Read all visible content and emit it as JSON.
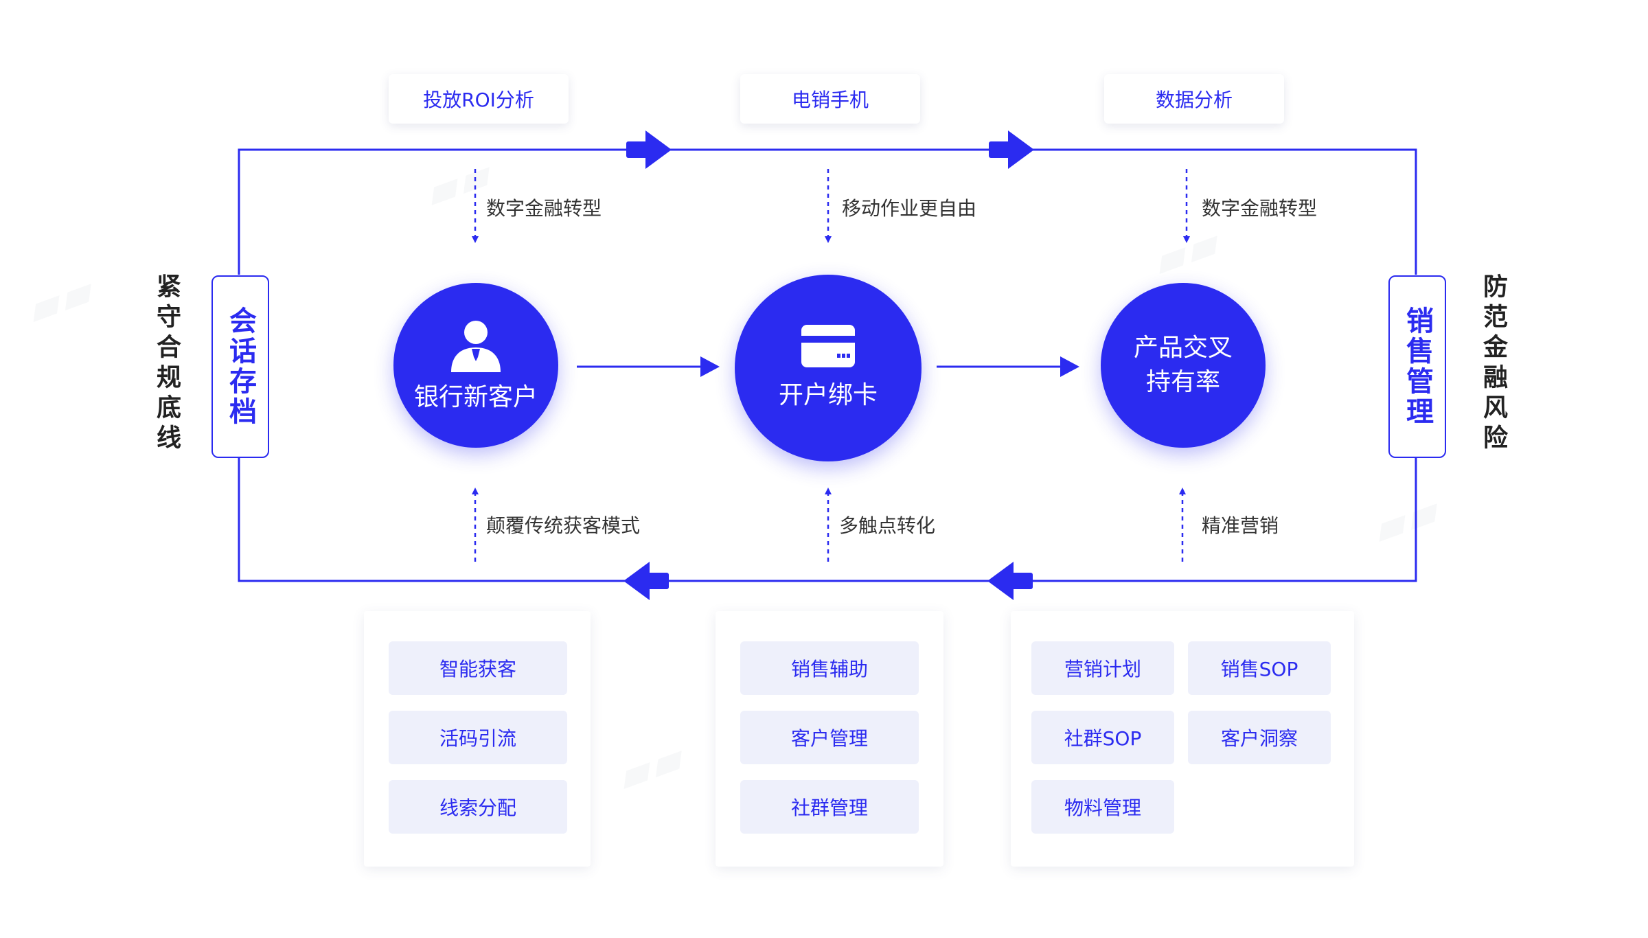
{
  "colors": {
    "accent": "#2b2bf0",
    "pill_bg": "#eef0fb"
  },
  "top_tags": [
    "投放ROI分析",
    "电销手机",
    "数据分析"
  ],
  "top_flow_labels": [
    "数字金融转型",
    "移动作业更自由",
    "数字金融转型"
  ],
  "circles": [
    {
      "icon": "customer-icon",
      "label": "银行新客户"
    },
    {
      "icon": "card-icon",
      "label": "开户绑卡"
    },
    {
      "lines": [
        "产品交叉",
        "持有率"
      ]
    }
  ],
  "bottom_flow_labels": [
    "颠覆传统获客模式",
    "多触点转化",
    "精准营销"
  ],
  "left_box": "会话存档",
  "left_side": "紧守合规底线",
  "right_box": "销售管理",
  "right_side": "防范金融风险",
  "feature_groups": [
    {
      "items": [
        "智能获客",
        "活码引流",
        "线索分配"
      ]
    },
    {
      "items": [
        "销售辅助",
        "客户管理",
        "社群管理"
      ]
    },
    {
      "items": [
        "营销计划",
        "销售SOP",
        "社群SOP",
        "客户洞察",
        "物料管理"
      ]
    }
  ]
}
